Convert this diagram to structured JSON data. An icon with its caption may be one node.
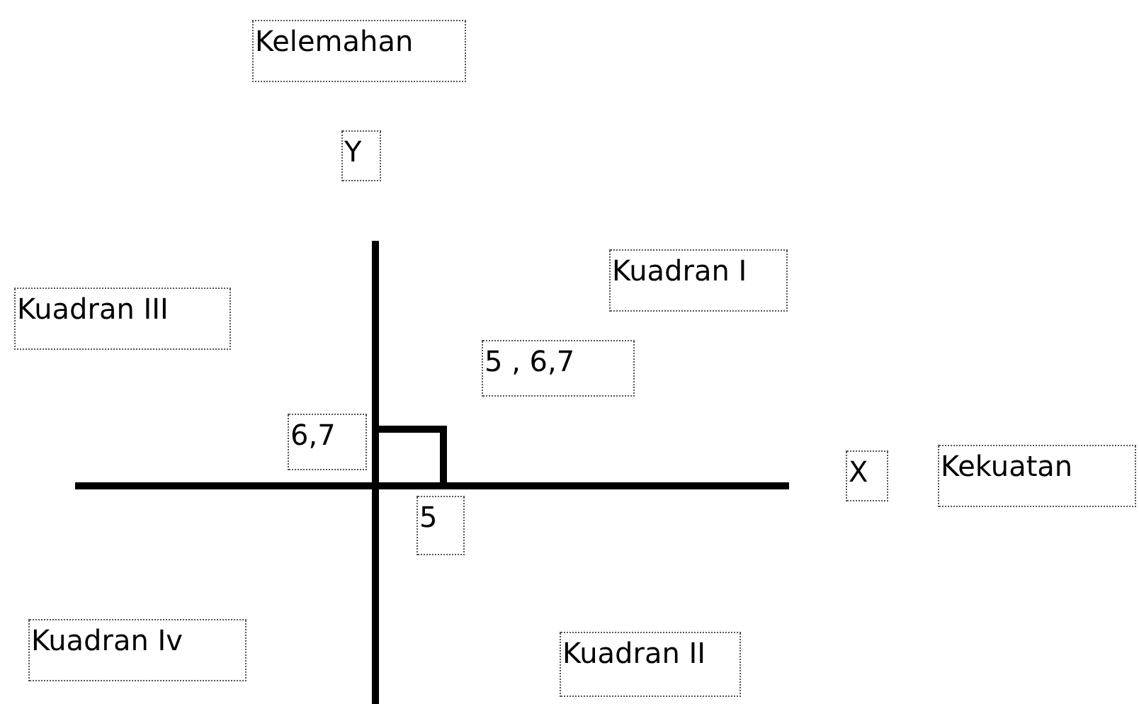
{
  "diagram": {
    "nodes": [
      {
        "text": [
          "Kelemahan"
        ]
      },
      {
        "text": [
          "Y"
        ]
      },
      {
        "text": [
          "Kuadran I"
        ]
      },
      {
        "text": [
          "Kuadran III"
        ]
      },
      {
        "text": [
          "5 , 6,7"
        ]
      },
      {
        "text": [
          "6,7"
        ]
      },
      {
        "text": [
          "X"
        ]
      },
      {
        "text": [
          "Kekuatan"
        ]
      },
      {
        "text": [
          "5"
        ]
      },
      {
        "text": [
          "Kuadran Iv"
        ]
      },
      {
        "text": [
          "Kuadran II"
        ]
      }
    ],
    "edges": []
  }
}
